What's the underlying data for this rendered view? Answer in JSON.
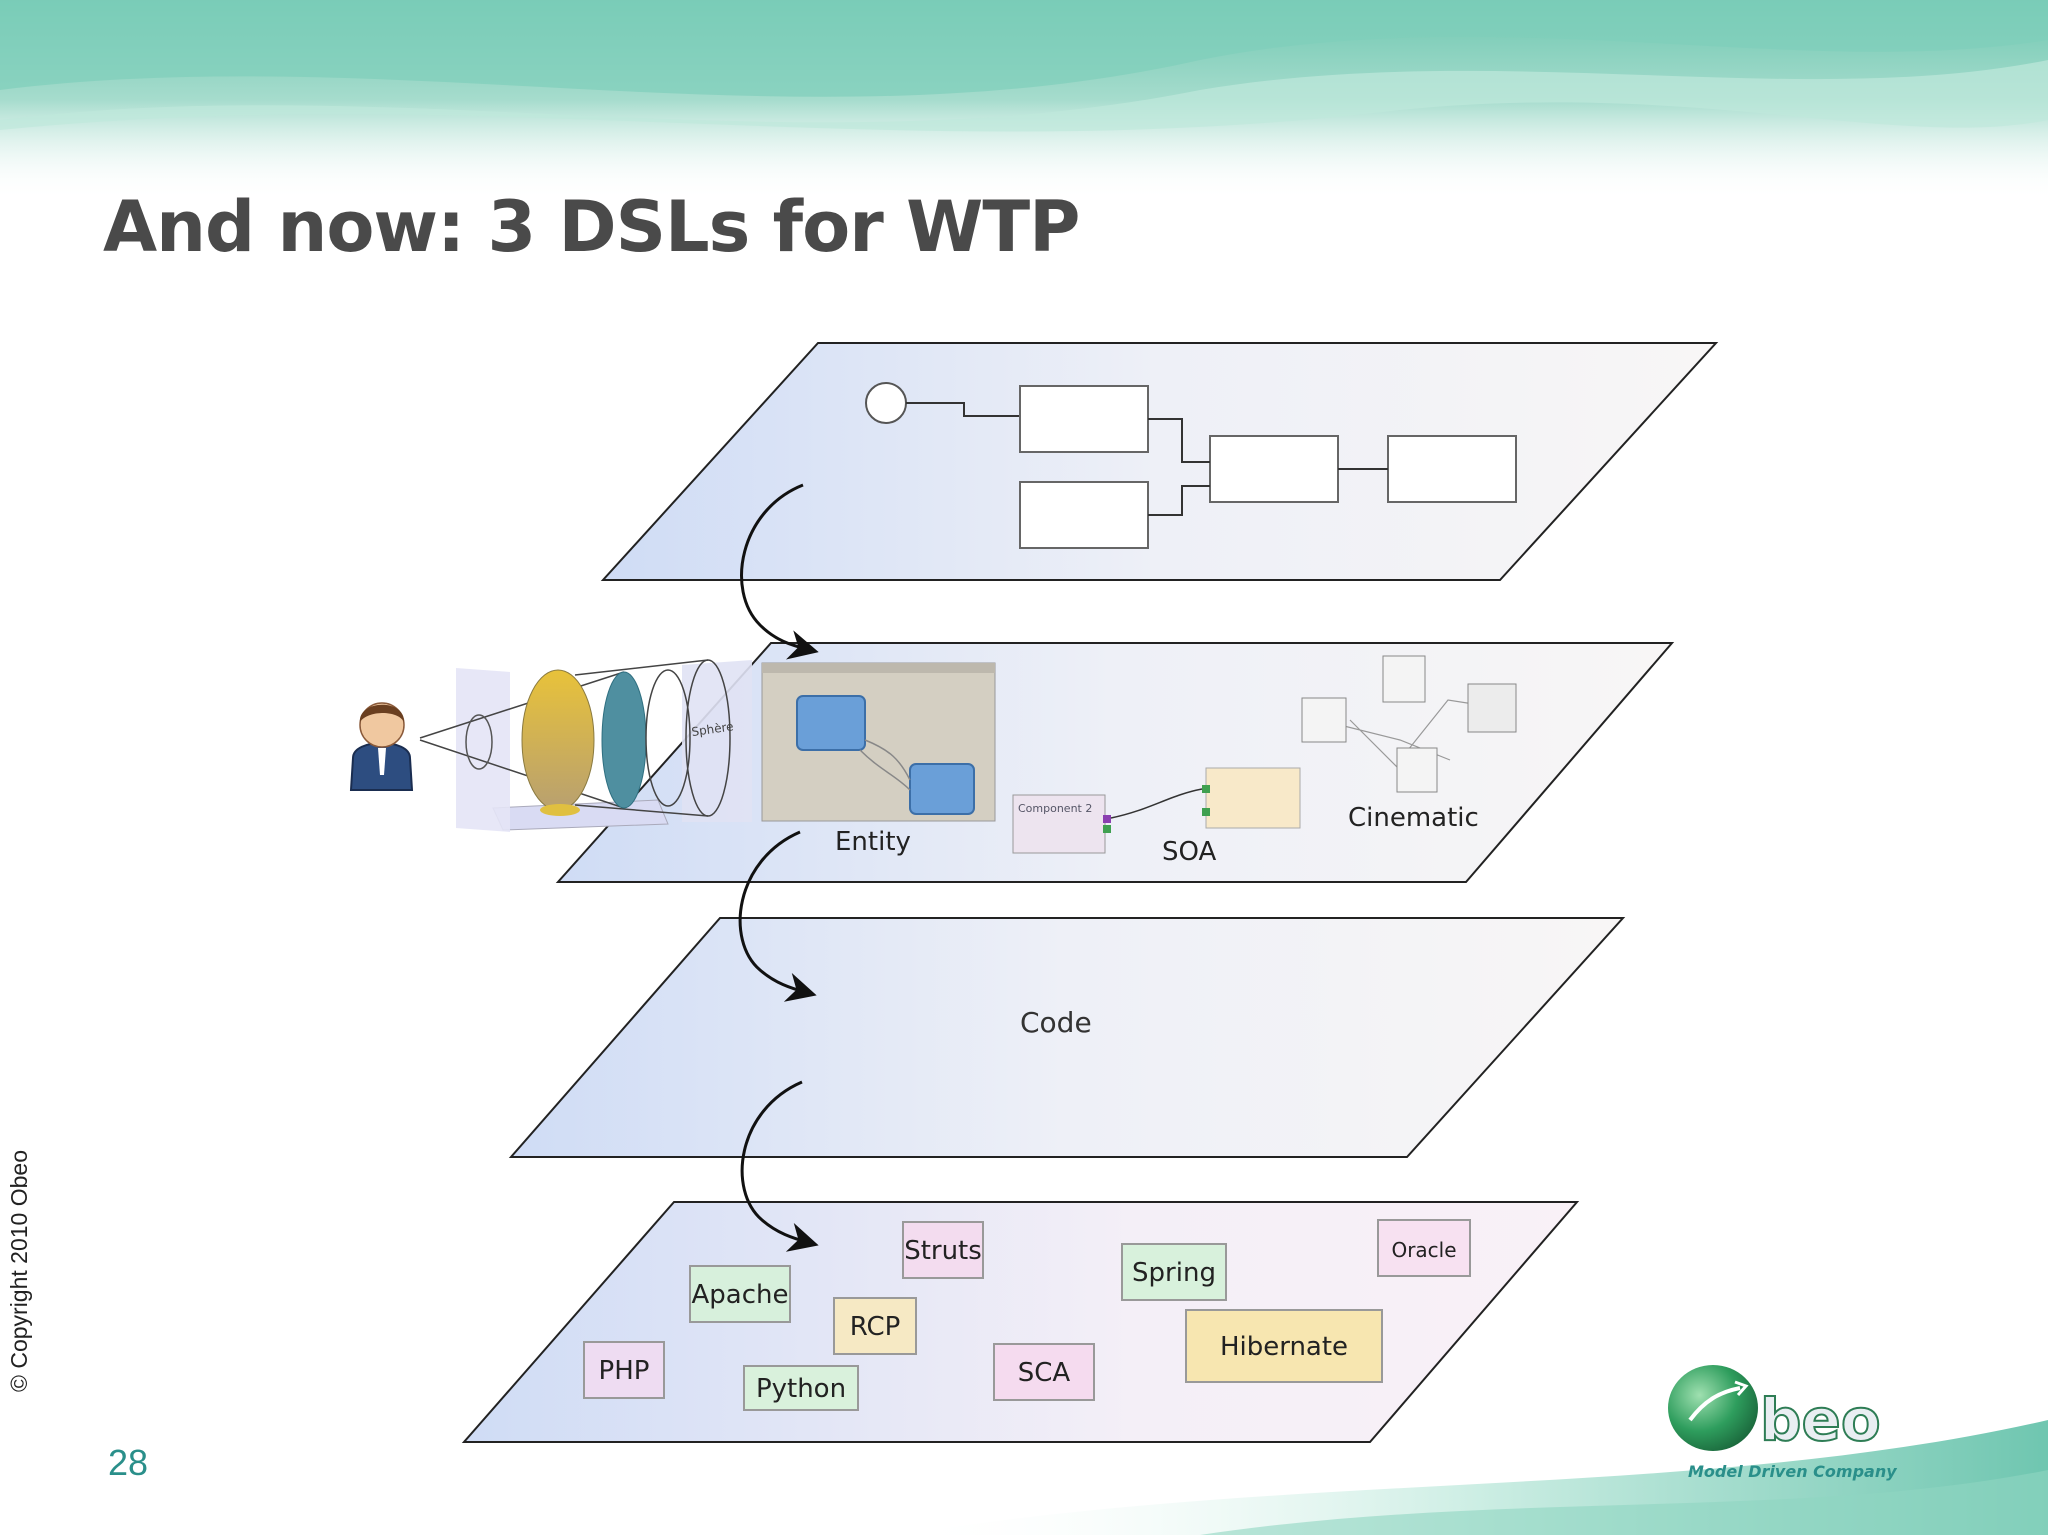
{
  "slide": {
    "title": "And now: 3 DSLs for WTP",
    "copyright": "© Copyright 2010 Obeo",
    "page_number": "28"
  },
  "layers": {
    "domain": {
      "labels": [
        "Entity",
        "SOA",
        "Cinematic"
      ],
      "mini_labels": {
        "sphere": "Sphère",
        "component": "Component 2"
      }
    },
    "code": {
      "label": "Code"
    },
    "technologies": [
      "Struts",
      "Oracle",
      "Apache",
      "Spring",
      "RCP",
      "Hibernate",
      "PHP",
      "SCA",
      "Python"
    ]
  },
  "technology_colors": {
    "Struts": "#f3dcef",
    "Oracle": "#f7e1f1",
    "Apache": "#d7f0dc",
    "Spring": "#d8f1dc",
    "RCP": "#f6e9c4",
    "Hibernate": "#f7e6b0",
    "PHP": "#eedcf2",
    "SCA": "#f5dbef",
    "Python": "#d9f1dc"
  },
  "logo": {
    "name": "obeo",
    "tagline": "Model Driven Company",
    "color": "#2e9d5d"
  },
  "colors": {
    "accent": "#2a8f8a",
    "title": "#4a4a4a"
  }
}
